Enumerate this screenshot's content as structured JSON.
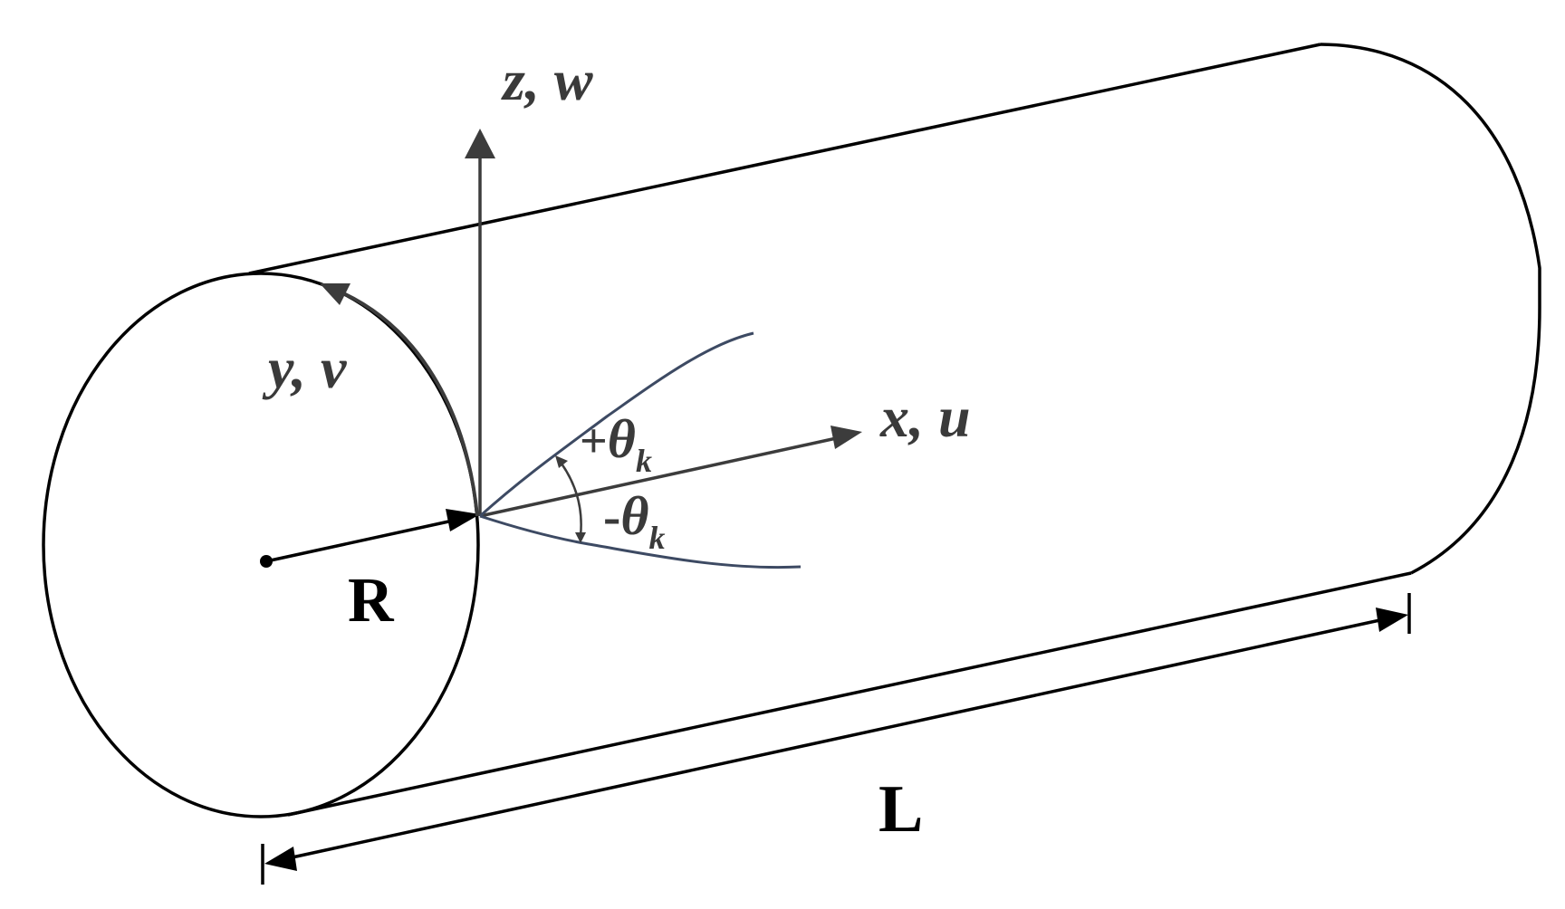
{
  "labels": {
    "z_axis": "z, w",
    "y_axis": "y, v",
    "x_axis": "x, u",
    "radius": "R",
    "length": "L",
    "plus_theta_sign": "+",
    "minus_theta_sign": "-",
    "theta": "θ",
    "theta_sub": "k"
  },
  "colors": {
    "outline": "#000000",
    "axis": "#3c3c3c",
    "fiber": "#3d4a63",
    "label": "#3a3a3a"
  }
}
